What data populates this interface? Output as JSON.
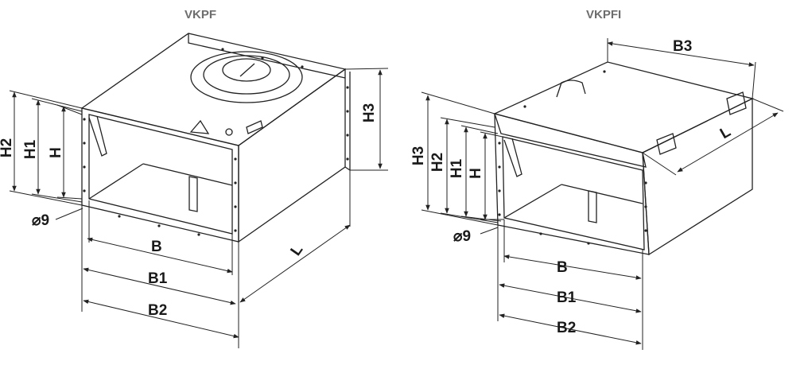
{
  "left": {
    "title": "VKPF",
    "labels": {
      "H": "H",
      "H1": "H1",
      "H2": "H2",
      "H3": "H3",
      "B": "B",
      "B1": "B1",
      "B2": "B2",
      "L": "L",
      "hole": "⌀9"
    }
  },
  "right": {
    "title": "VKPFI",
    "labels": {
      "H": "H",
      "H1": "H1",
      "H2": "H2",
      "H3": "H3",
      "B": "B",
      "B1": "B1",
      "B2": "B2",
      "B3": "B3",
      "L": "L",
      "hole": "⌀9"
    }
  },
  "colors": {
    "line": "#222222",
    "title": "#6d6d6d",
    "housing": "#f0f0f0",
    "interior": "#ffffff"
  }
}
